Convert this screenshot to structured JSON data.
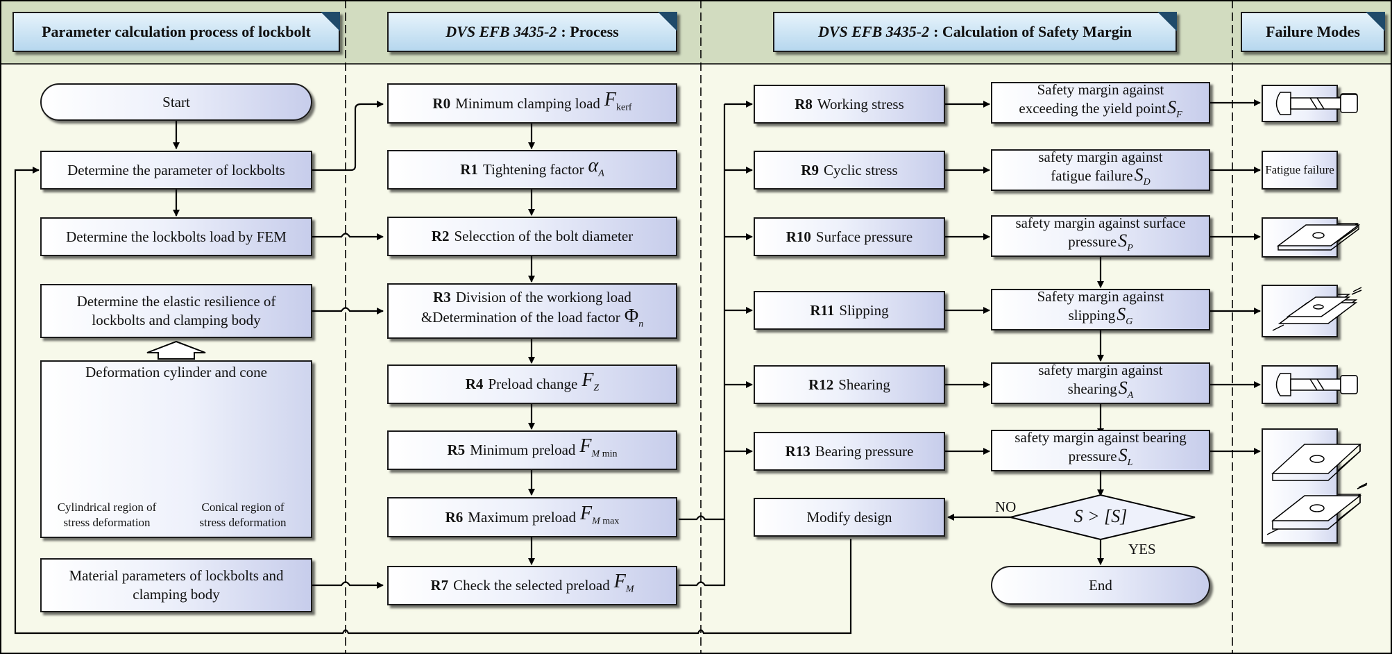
{
  "headers": {
    "col1": {
      "text": "Parameter calculation process of lockbolt"
    },
    "col2": {
      "italic": "DVS EFB 3435-2",
      "text": ": Process"
    },
    "col3": {
      "italic": "DVS EFB 3435-2",
      "text": ": Calculation of Safety Margin"
    },
    "col4": {
      "text": "Failure Modes"
    }
  },
  "col1": {
    "start": "Start",
    "determine_params": "Determine the parameter of lockbolts",
    "determine_load": "Determine the lockbolts load by FEM",
    "elastic_resilience": "Determine the elastic resilience of\nlockbolts and clamping body",
    "deformation_title": "Deformation cylinder and cone",
    "caption_cyl": "Cylindrical region of\nstress deformation",
    "caption_cone": "Conical region of\nstress deformation",
    "material": "Material parameters of lockbolts and\nclamping body"
  },
  "process": [
    {
      "code": "R0",
      "text": "Minimum clamping load",
      "sym": "F",
      "sub": "kerf"
    },
    {
      "code": "R1",
      "text": "Tightening factor",
      "sym": "α",
      "sub": "A"
    },
    {
      "code": "R2",
      "text": "Selecction of the bolt diameter",
      "sym": "",
      "sub": ""
    },
    {
      "code": "R3",
      "text": "Division of the workiong load",
      "line2": "&Determination of the load factor",
      "sym": "Φ",
      "sub": "n"
    },
    {
      "code": "R4",
      "text": "Preload change",
      "sym": "F",
      "sub": "Z"
    },
    {
      "code": "R5",
      "text": "Minimum preload",
      "sym": "F",
      "sub": "M",
      "sub2": "min"
    },
    {
      "code": "R6",
      "text": "Maximum preload",
      "sym": "F",
      "sub": "M",
      "sub2": "max"
    },
    {
      "code": "R7",
      "text": "Check the selected preload",
      "sym": "F",
      "sub": "M"
    }
  ],
  "checks": [
    {
      "code": "R8",
      "text": "Working stress"
    },
    {
      "code": "R9",
      "text": "Cyclic stress"
    },
    {
      "code": "R10",
      "text": "Surface pressure"
    },
    {
      "code": "R11",
      "text": "Slipping"
    },
    {
      "code": "R12",
      "text": "Shearing"
    },
    {
      "code": "R13",
      "text": "Bearing pressure"
    }
  ],
  "modify": "Modify design",
  "margins": [
    {
      "line1": "Safety margin against",
      "line2": "exceeding the yield point",
      "sym": "S",
      "sub": "F"
    },
    {
      "line1": "safety margin against",
      "line2": "fatigue failure",
      "sym": "S",
      "sub": "D"
    },
    {
      "line1": "safety margin against surface",
      "line2": "pressure",
      "sym": "S",
      "sub": "P"
    },
    {
      "line1": "Safety margin against",
      "line2": "slipping",
      "sym": "S",
      "sub": "G"
    },
    {
      "line1": "safety margin against",
      "line2": "shearing",
      "sym": "S",
      "sub": "A"
    },
    {
      "line1": "safety margin against bearing",
      "line2": "pressure",
      "sym": "S",
      "sub": "L"
    }
  ],
  "decision": {
    "text": "S > [S]",
    "no": "NO",
    "yes": "YES"
  },
  "end": "End",
  "failure_modes": {
    "fatigue": "Fatigue failure"
  }
}
